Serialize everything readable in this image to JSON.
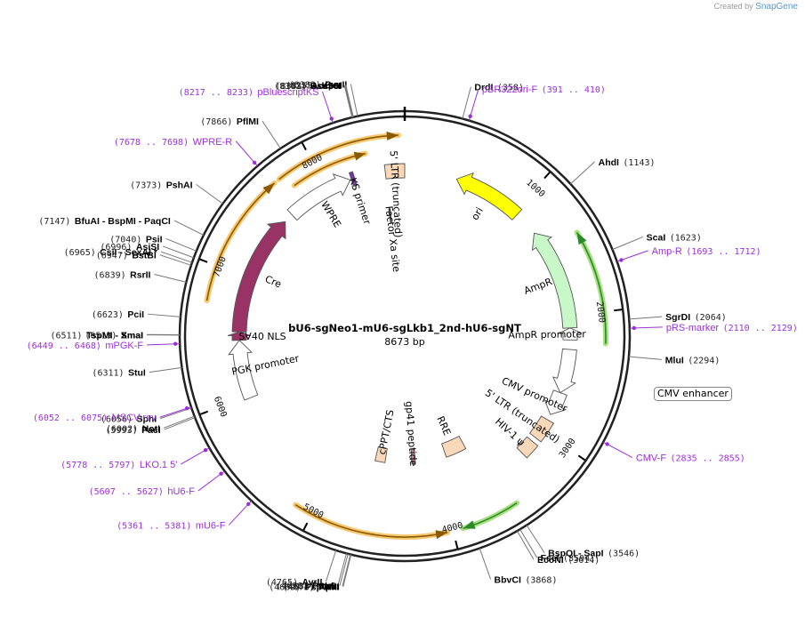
{
  "credit": {
    "prefix": "Created by",
    "brand": "SnapGene"
  },
  "plasmid": {
    "name": "bU6-sgNeo1-mU6-sgLkb1_2nd-hU6-sgNT",
    "size_label": "8673 bp",
    "length": 8673
  },
  "colors": {
    "primer": "#9b30d9",
    "backbone": "#000000",
    "ori": "#ffff00",
    "ampr": "#c8f7c8",
    "cre": "#993366",
    "generic": "#f8d8b8",
    "orange_highlight": "#f8c870",
    "green_highlight": "#a8e080"
  },
  "ticks": [
    {
      "label": "1000",
      "pos": 1000
    },
    {
      "label": "2000",
      "pos": 2000
    },
    {
      "label": "3000",
      "pos": 3000
    },
    {
      "label": "4000",
      "pos": 4000
    },
    {
      "label": "5000",
      "pos": 5000
    },
    {
      "label": "6000",
      "pos": 6000
    },
    {
      "label": "7000",
      "pos": 7000
    },
    {
      "label": "8000",
      "pos": 8000
    }
  ],
  "sites": [
    {
      "name": "PvuII",
      "pos_label": "(8382)",
      "pos": 8382
    },
    {
      "name": "KpnI",
      "pos_label": "(8355)",
      "pos": 8355
    },
    {
      "name": "Acc65I",
      "pos_label": "(8351)",
      "pos": 8351
    },
    {
      "name": "Bsu36I",
      "pos_label": "(8347)",
      "pos": 8347
    },
    {
      "name": "PflMI",
      "pos_label": "(7866)",
      "pos": 7866
    },
    {
      "name": "PshAI",
      "pos_label": "(7373)",
      "pos": 7373
    },
    {
      "name": "BfuAI  -  BspMI  -  PaqCI",
      "pos_label": "(7147)",
      "pos": 7147
    },
    {
      "name": "PsiI",
      "pos_label": "(7040)",
      "pos": 7040
    },
    {
      "name": "AsiSI",
      "pos_label": "(6996)",
      "pos": 6996
    },
    {
      "name": "CsiI  -  SexAI *",
      "pos_label": "(6965)",
      "pos": 6965
    },
    {
      "name": "BstBI",
      "pos_label": "(6947)",
      "pos": 6947
    },
    {
      "name": "RsrII",
      "pos_label": "(6839)",
      "pos": 6839
    },
    {
      "name": "PciI",
      "pos_label": "(6623)",
      "pos": 6623
    },
    {
      "name": "SmaI",
      "pos_label": "(6513)",
      "pos": 6513
    },
    {
      "name": "TspMI  -  XmaI",
      "pos_label": "(6511)",
      "pos": 6511
    },
    {
      "name": "StuI",
      "pos_label": "(6311)",
      "pos": 6311
    },
    {
      "name": "SphI",
      "pos_label": "(6056)",
      "pos": 6056
    },
    {
      "name": "NotI",
      "pos_label": "(6002)",
      "pos": 6002
    },
    {
      "name": "PacI",
      "pos_label": "(5993)",
      "pos": 5993
    },
    {
      "name": "AvrII",
      "pos_label": "(4765)",
      "pos": 4765
    },
    {
      "name": "PmeI",
      "pos_label": "(4698)",
      "pos": 4698
    },
    {
      "name": "SbfI",
      "pos_label": "(4688)",
      "pos": 4688
    },
    {
      "name": "ApaI",
      "pos_label": "(4673)",
      "pos": 4673
    },
    {
      "name": "PspOMI",
      "pos_label": "(4669)",
      "pos": 4669
    },
    {
      "name": "DrdI",
      "pos_label": "(358)",
      "pos": 358
    },
    {
      "name": "AhdI",
      "pos_label": "(1143)",
      "pos": 1143
    },
    {
      "name": "ScaI",
      "pos_label": "(1623)",
      "pos": 1623
    },
    {
      "name": "SgrDI",
      "pos_label": "(2064)",
      "pos": 2064
    },
    {
      "name": "MluI",
      "pos_label": "(2294)",
      "pos": 2294
    },
    {
      "name": "BspQI  -  SapI",
      "pos_label": "(3546)",
      "pos": 3546
    },
    {
      "name": "FseI",
      "pos_label": "(3594)",
      "pos": 3594
    },
    {
      "name": "EcoNI",
      "pos_label": "(3614)",
      "pos": 3614
    },
    {
      "name": "BbvCI",
      "pos_label": "(3868)",
      "pos": 3868
    }
  ],
  "primers": [
    {
      "name": "pBR322ori-F",
      "range": "(391 .. 410)",
      "pos": 400
    },
    {
      "name": "pBluescriptKS",
      "range": "(8217 .. 8233)",
      "pos": 8225
    },
    {
      "name": "WPRE-R",
      "range": "(7678 .. 7698)",
      "pos": 7688
    },
    {
      "name": "mPGK-F",
      "range": "(6449 .. 6468)",
      "pos": 6458
    },
    {
      "name": "MSCV-rev",
      "range": "(6052 .. 6075)",
      "pos": 6063
    },
    {
      "name": "LKO.1 5'",
      "range": "(5778 .. 5797)",
      "pos": 5787
    },
    {
      "name": "hU6-F",
      "range": "(5607 .. 5627)",
      "pos": 5617
    },
    {
      "name": "mU6-F",
      "range": "(5361 .. 5381)",
      "pos": 5371
    },
    {
      "name": "Amp-R",
      "range": "(1693 .. 1712)",
      "pos": 1702
    },
    {
      "name": "pRS-marker",
      "range": "(2110 .. 2129)",
      "pos": 2120
    },
    {
      "name": "CMV-F",
      "range": "(2835 .. 2855)",
      "pos": 2845
    }
  ],
  "features": [
    {
      "label": "ori",
      "start": 440,
      "end": 1030,
      "ring": "r1",
      "dir": -1,
      "color": "#ffff00"
    },
    {
      "label": "AmpR",
      "start": 1240,
      "end": 2100,
      "ring": "r1",
      "dir": -1,
      "color": "#c8f7c8"
    },
    {
      "label": "AmpR promoter",
      "start": 2100,
      "end": 2200,
      "ring": "r1",
      "dir": -1,
      "color": "#ffffff"
    },
    {
      "label": "CMV enhancer",
      "start": 2280,
      "end": 2650,
      "ring": "r1",
      "dir": 1,
      "color": "#ffffff"
    },
    {
      "label": "CMV promoter",
      "start": 2650,
      "end": 2850,
      "ring": "r1",
      "dir": 1,
      "color": "#ffffff"
    },
    {
      "label": "5' LTR (truncated)",
      "start": 2900,
      "end": 3080,
      "ring": "r1",
      "dir": 0,
      "color": "#f8d8b8"
    },
    {
      "label": "HIV-1 ψ",
      "start": 3120,
      "end": 3250,
      "ring": "r1",
      "dir": 0,
      "color": "#f8d8b8"
    },
    {
      "label": "Cre",
      "start": 6540,
      "end": 7560,
      "ring": "r1",
      "dir": 1,
      "color": "#993366"
    },
    {
      "label": "SV40 NLS",
      "start": 6470,
      "end": 6540,
      "ring": "r1",
      "dir": 1,
      "color": "#993366"
    },
    {
      "label": "PGK promoter",
      "start": 5980,
      "end": 6470,
      "ring": "r1",
      "dir": 1,
      "color": "#ffffff"
    },
    {
      "label": "WPRE",
      "start": 7640,
      "end": 8210,
      "ring": "r1",
      "dir": 1,
      "color": "#ffffff"
    },
    {
      "label": "KS primer",
      "start": 8220,
      "end": 8250,
      "ring": "r1",
      "dir": 0,
      "color": "#7733aa"
    },
    {
      "label": "5' LTR (truncated)",
      "start": 8510,
      "end": 8673,
      "ring": "r1",
      "dir": 0,
      "color": "#f8d8b8"
    },
    {
      "label": "RRE",
      "start": 3650,
      "end": 3880,
      "ring": "r2",
      "dir": 0,
      "color": "#f8d8b8"
    },
    {
      "label": "gp41 peptide",
      "start": 4220,
      "end": 4260,
      "ring": "r2",
      "dir": 0,
      "color": "#cc8899"
    },
    {
      "label": "cPPT/CTS",
      "start": 4550,
      "end": 4660,
      "ring": "r2",
      "dir": 0,
      "color": "#f8d8b8"
    },
    {
      "label": "Factor Xa site",
      "start": 8500,
      "end": 8515,
      "ring": "r2",
      "dir": 0,
      "color": "#555555"
    }
  ],
  "outer_arcs": [
    {
      "start": 1420,
      "end": 2220,
      "dir": -1,
      "color": "#a8e080",
      "stroke": "#2a8a2a"
    },
    {
      "start": 3520,
      "end": 3930,
      "dir": 1,
      "color": "#a8e080",
      "stroke": "#2a8a2a"
    },
    {
      "start": 4040,
      "end": 5130,
      "dir": -1,
      "color": "#f8c870",
      "stroke": "#8a5a00"
    },
    {
      "start": 6750,
      "end": 7700,
      "dir": 1,
      "color": "#f8c870",
      "stroke": "#8a5a00"
    },
    {
      "start": 7740,
      "end": 8630,
      "dir": 1,
      "color": "#f8c870",
      "stroke": "#8a5a00"
    },
    {
      "start": 7800,
      "end": 8380,
      "dir": 1,
      "color": "#f8c870",
      "stroke": "#8a5a00"
    }
  ]
}
